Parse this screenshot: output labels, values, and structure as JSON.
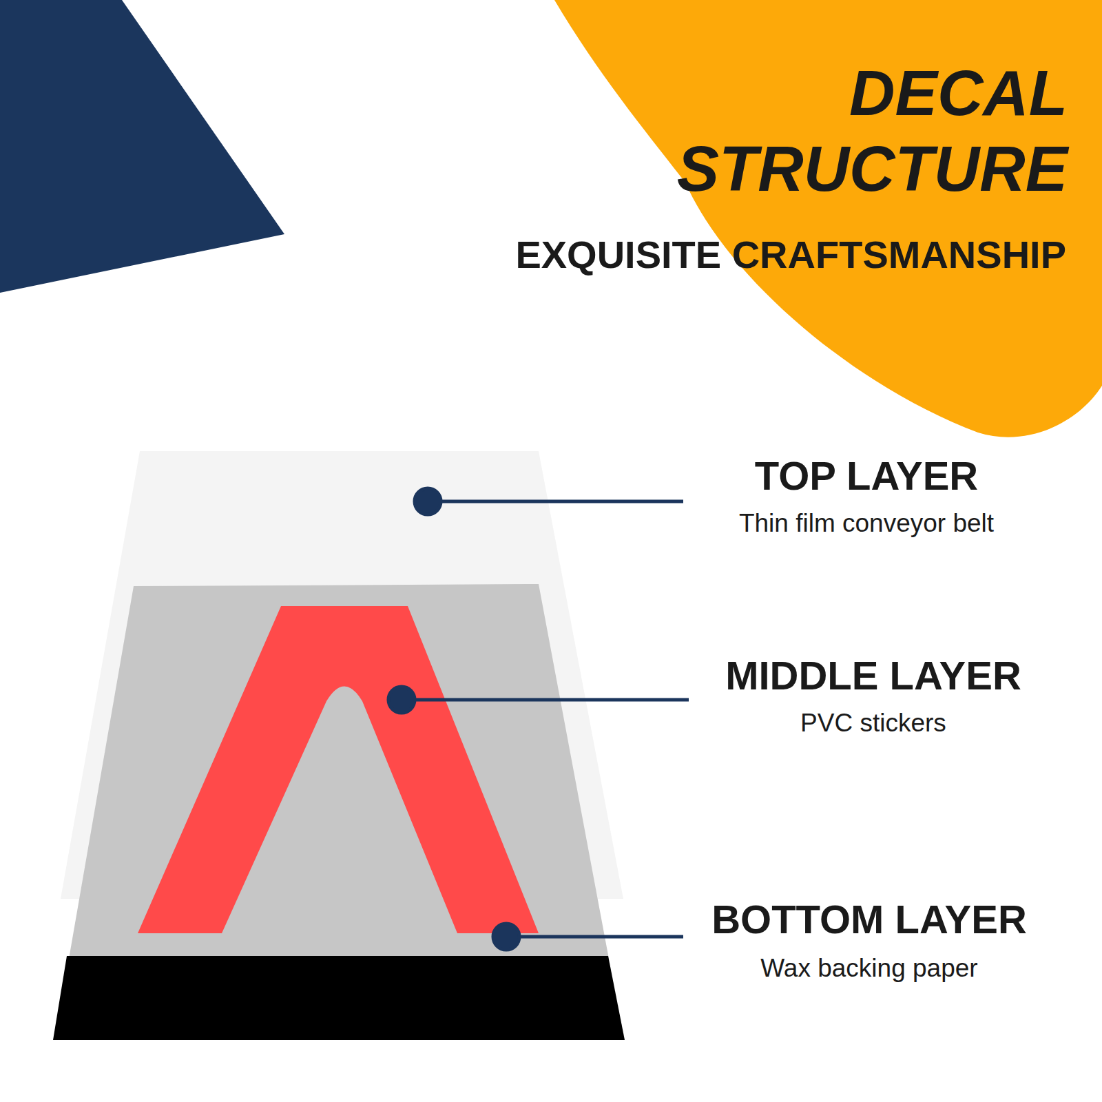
{
  "diagram": {
    "title": "DECAL STRUCTURE",
    "labels": [
      "EXQUISITE CRAFTSMANSHIP",
      "TOP LAYER",
      "Thin film conveyor belt",
      "MIDDLE LAYER",
      "PVC stickers",
      "BOTTOM LAYER",
      "Wax backing paper"
    ]
  }
}
